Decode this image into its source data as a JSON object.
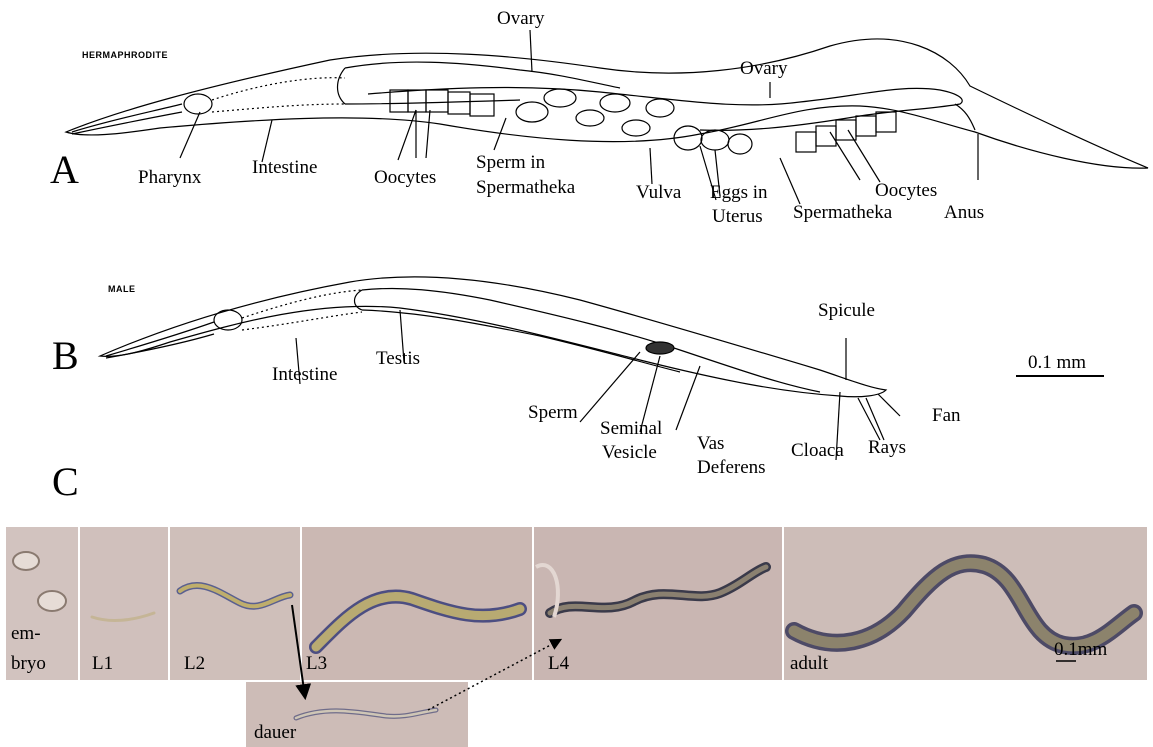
{
  "panel_a": {
    "letter": "A",
    "sex": "HERMAPHRODITE",
    "labels": {
      "ovary_top": "Ovary",
      "ovary_right": "Ovary",
      "pharynx": "Pharynx",
      "intestine": "Intestine",
      "oocytes_left": "Oocytes",
      "sperm_in": "Sperm in",
      "spermatheka_left": "Spermatheka",
      "vulva": "Vulva",
      "eggs_in": "Eggs in",
      "uterus": "Uterus",
      "oocytes_right": "Oocytes",
      "spermatheka_right": "Spermatheka",
      "anus": "Anus"
    }
  },
  "panel_b": {
    "letter": "B",
    "sex": "MALE",
    "labels": {
      "spicule": "Spicule",
      "intestine": "Intestine",
      "testis": "Testis",
      "sperm": "Sperm",
      "seminal": "Seminal",
      "vesicle": "Vesicle",
      "vas": "Vas",
      "deferens": "Deferens",
      "cloaca": "Cloaca",
      "rays": "Rays",
      "fan": "Fan"
    },
    "scale": "0.1 mm"
  },
  "panel_c": {
    "letter": "C",
    "stages": {
      "embryo_1": "em-",
      "embryo_2": "bryo",
      "l1": "L1",
      "l2": "L2",
      "l3": "L3",
      "l4": "L4",
      "adult": "adult",
      "dauer": "dauer"
    },
    "scale": "0.1mm"
  },
  "colors": {
    "photo_bg": "#cbb9b4",
    "photo_bg_dark": "#b8a6a2",
    "worm_body": "#b3a56a",
    "worm_edge": "#5a5a8a",
    "worm_dark": "#4a4040"
  }
}
